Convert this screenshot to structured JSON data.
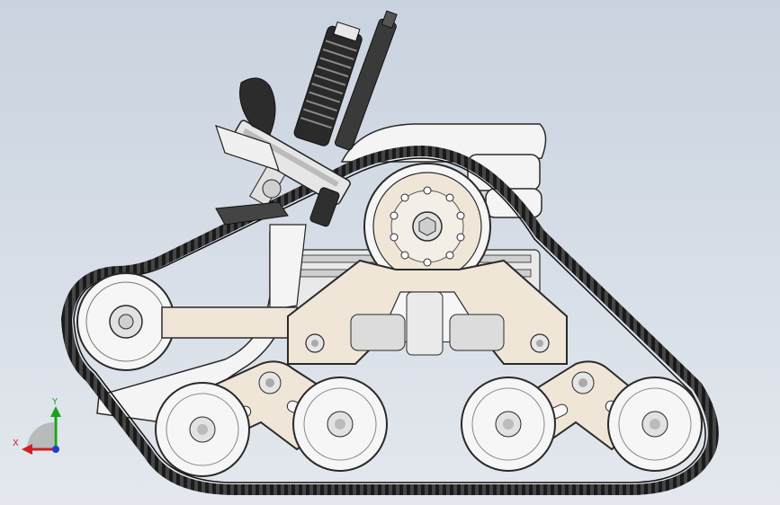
{
  "view": {
    "background_top": "#c9d3df",
    "background_bottom": "#e4e8ee"
  },
  "colors": {
    "track": "#1a1a1a",
    "frame": "#efe6d8",
    "outline": "#2a2a2a",
    "wheel": "#f6f6f6",
    "hub": "#e2e2e2",
    "weapon": "#3a3a3a",
    "body": "#f4f4f4"
  },
  "triad": {
    "x_label": "X",
    "y_label": "Y",
    "x_color": "#d21f1f",
    "y_color": "#1aa31a",
    "z_color": "#1f3fd2"
  },
  "icons": [
    "tracked-chassis",
    "rifle-mount",
    "coordinate-triad-icon"
  ]
}
